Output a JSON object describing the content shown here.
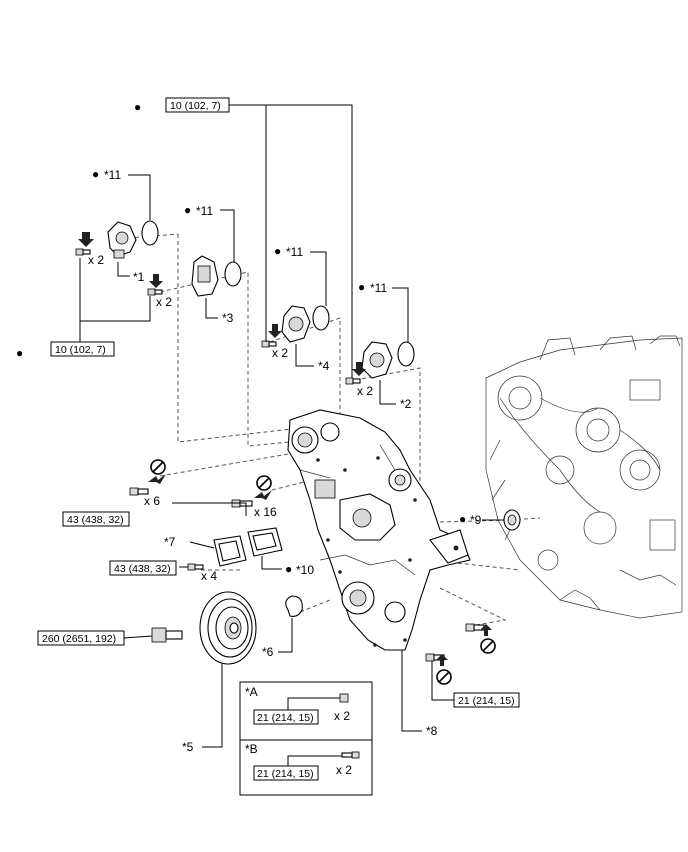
{
  "torque": {
    "t1": "10 (102, 7)",
    "t2": "10 (102, 7)",
    "t3": "43 (438, 32)",
    "t4": "43 (438, 32)",
    "t5": "260 (2651, 192)",
    "t6": "21 (214, 15)",
    "t7": "21 (214, 15)",
    "t8": "21 (214, 15)"
  },
  "labels": {
    "p1": "*1",
    "p2": "*2",
    "p3": "*3",
    "p4": "*4",
    "p5": "*5",
    "p6": "*6",
    "p7": "*7",
    "p8": "*8",
    "p9": "*9",
    "p10": "*10",
    "p11a": "*11",
    "p11b": "*11",
    "p11c": "*11",
    "p11d": "*11",
    "inset_a": "*A",
    "inset_b": "*B"
  },
  "qty": {
    "q1": "x 2",
    "q2": "x 2",
    "q3": "x 2",
    "q4": "x 2",
    "q5": "x 6",
    "q6": "x 16",
    "q7": "x 4",
    "q8": "x 2",
    "q9": "x 2"
  },
  "symbols": {
    "dot": "●"
  }
}
